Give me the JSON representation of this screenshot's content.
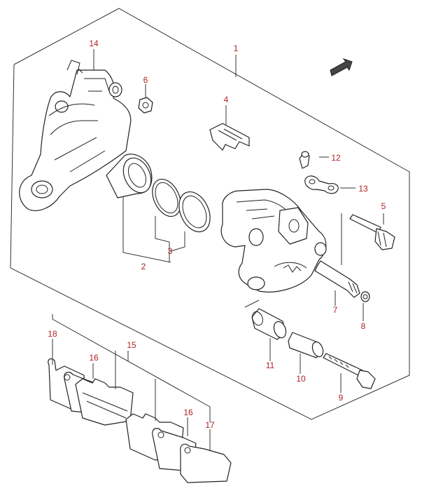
{
  "colors": {
    "callout": "#b22222",
    "line": "#333333",
    "background": "#ffffff"
  },
  "icons": {
    "direction": "front-arrow-icon"
  },
  "callouts": [
    "1",
    "2",
    "3",
    "4",
    "5",
    "6",
    "7",
    "8",
    "9",
    "10",
    "11",
    "12",
    "13",
    "14",
    "15",
    "16",
    "16",
    "17",
    "18"
  ]
}
